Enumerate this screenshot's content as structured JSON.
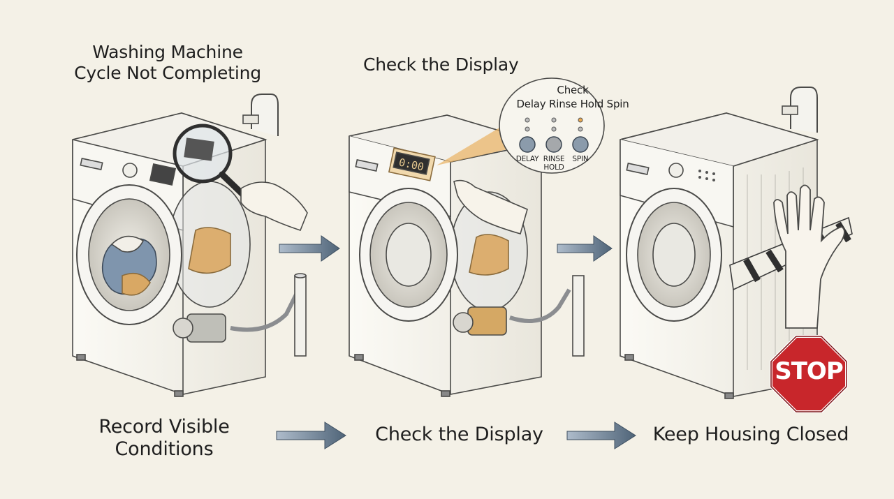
{
  "panel_1": {
    "title": "Washing Machine\nCycle Not Completing",
    "caption": "Record Visible\nConditions"
  },
  "panel_2": {
    "title": "Check the Display",
    "caption": "Check the Display",
    "display_readout": "0:00",
    "zoom": {
      "heading": "Check",
      "subheading": "Delay Rinse Hold Spin",
      "buttons": [
        {
          "label": "DELAY"
        },
        {
          "label": "RINSE\nHOLD"
        },
        {
          "label": "SPIN"
        }
      ]
    }
  },
  "panel_3": {
    "caption": "Keep Housing Closed",
    "stop_sign": "STOP"
  },
  "colors": {
    "background": "#f4f1e7",
    "arrow": "#5f7487",
    "stop_red": "#c8262b",
    "callout_orange": "#e9b56a"
  }
}
